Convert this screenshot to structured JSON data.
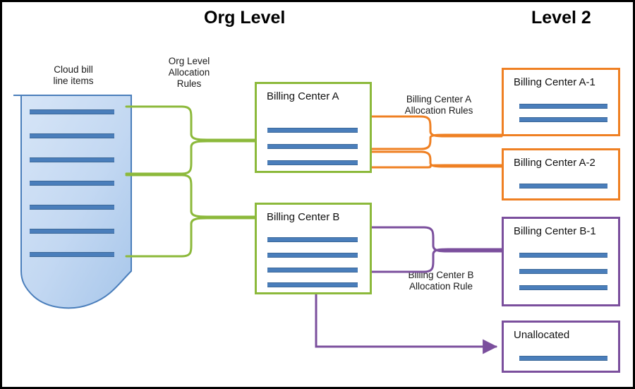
{
  "diagram": {
    "titles": {
      "org_level": "Org Level",
      "level_2": "Level 2"
    },
    "captions": {
      "cloud_bill": "Cloud bill\nline items",
      "org_allocation_rules": "Org Level\nAllocation\nRules",
      "bc_a_allocation_rules": "Billing Center A\nAllocation Rules",
      "bc_b_allocation_rule": "Billing Center B\nAllocation Rule"
    },
    "source": {
      "name": "cloud-bill-document",
      "line_item_count": 7,
      "fill_color": "#bcd4f0",
      "border_color": "#4a7ebb"
    },
    "boxes": [
      {
        "id": "billing-center-a",
        "label": "Billing Center A",
        "line_count": 3,
        "border_color": "#8cb93b",
        "level": "Org Level"
      },
      {
        "id": "billing-center-b",
        "label": "Billing Center B",
        "line_count": 4,
        "border_color": "#8cb93b",
        "level": "Org Level"
      },
      {
        "id": "billing-center-a-1",
        "label": "Billing Center A-1",
        "line_count": 2,
        "border_color": "#ef8023",
        "level": "Level 2"
      },
      {
        "id": "billing-center-a-2",
        "label": "Billing Center A-2",
        "line_count": 1,
        "border_color": "#ef8023",
        "level": "Level 2"
      },
      {
        "id": "billing-center-b-1",
        "label": "Billing Center B-1",
        "line_count": 3,
        "border_color": "#7b4f9d",
        "level": "Level 2"
      },
      {
        "id": "unallocated",
        "label": "Unallocated",
        "line_count": 1,
        "border_color": "#7b4f9d",
        "level": "Level 2"
      }
    ],
    "connector_colors": {
      "org_level_rules": "#8cb93b",
      "bc_a_rules": "#ef8023",
      "bc_b_rules": "#7b4f9d",
      "line_item": "#4a7ebb"
    }
  }
}
